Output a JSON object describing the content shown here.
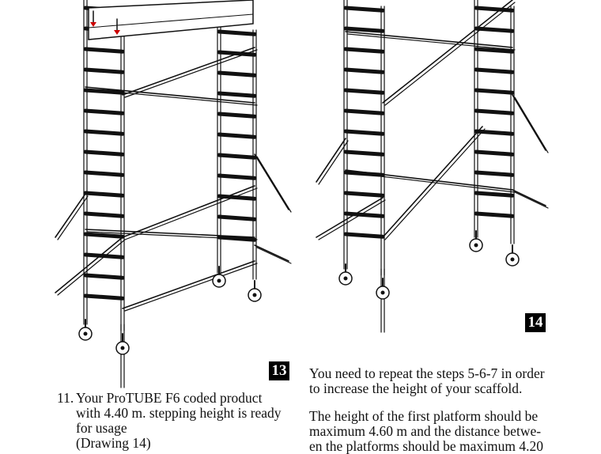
{
  "drawings": [
    {
      "number": "13"
    },
    {
      "number": "14"
    }
  ],
  "step11": {
    "number": "11.",
    "lines": [
      "Your ProTUBE F6 coded product",
      "with 4.40 m. stepping height is ready",
      "for usage",
      "(Drawing 14)"
    ]
  },
  "right_text": {
    "para1": [
      "You need to repeat the steps 5-6-7 in order",
      "to increase the height of your scaffold."
    ],
    "para2": [
      "The height of the first platform should be",
      "maximum 4.60 m and the distance betwe-",
      "en the platforms should be maximum 4.20"
    ]
  }
}
